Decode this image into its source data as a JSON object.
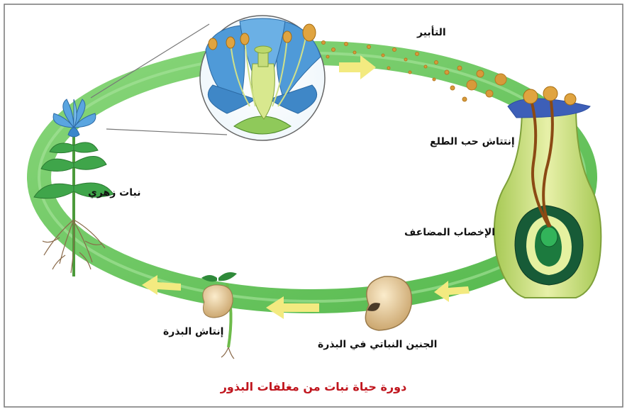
{
  "labels": {
    "pollination": "التأبير",
    "pollen_germination": "إنتتاش حب الطلع",
    "double_fertilization": "الإخصاب المضاعف",
    "embryo_in_seed": "الجنين النباتي في البذرة",
    "seed_germination": "إنتاش البذرة",
    "flowering_plant": "نبات زهري"
  },
  "caption": "دورة حياة نبات من مغلفات البذور",
  "colors": {
    "ring": "#7dcf6f",
    "ring_dark": "#4fb54a",
    "arrow": "#f3ea80",
    "caption": "#c0161e",
    "pollen": "#d79a3a",
    "petal": "#4f9ad8",
    "ovary": "#bcd86b",
    "seed": "#e9cf9b",
    "border": "#777777"
  }
}
